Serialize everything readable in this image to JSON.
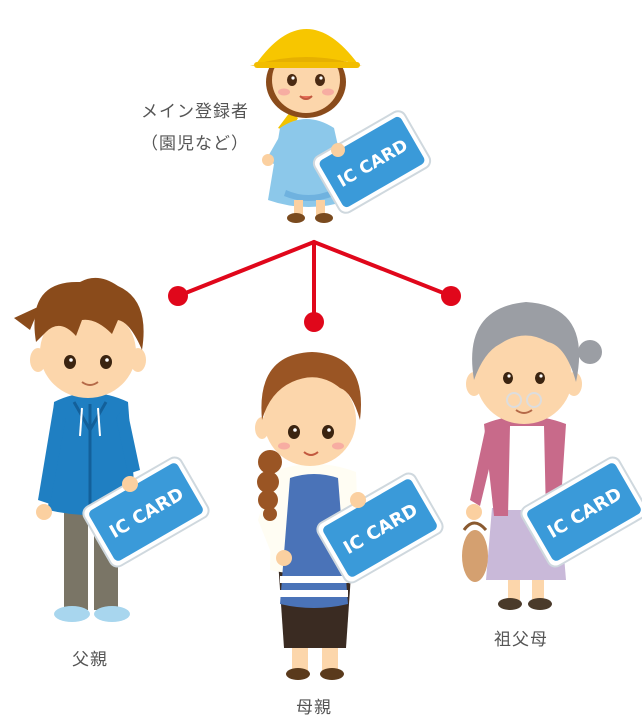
{
  "main_label": {
    "line1": "メイン登録者",
    "line2": "（園児など）"
  },
  "members": {
    "father": "父親",
    "mother": "母親",
    "grandparent": "祖父母"
  },
  "card_text": "IC CARD",
  "colors": {
    "connector": "#e0071b",
    "card_blue": "#3a9ad9",
    "card_border": "#ffffff",
    "label_text": "#555555"
  }
}
